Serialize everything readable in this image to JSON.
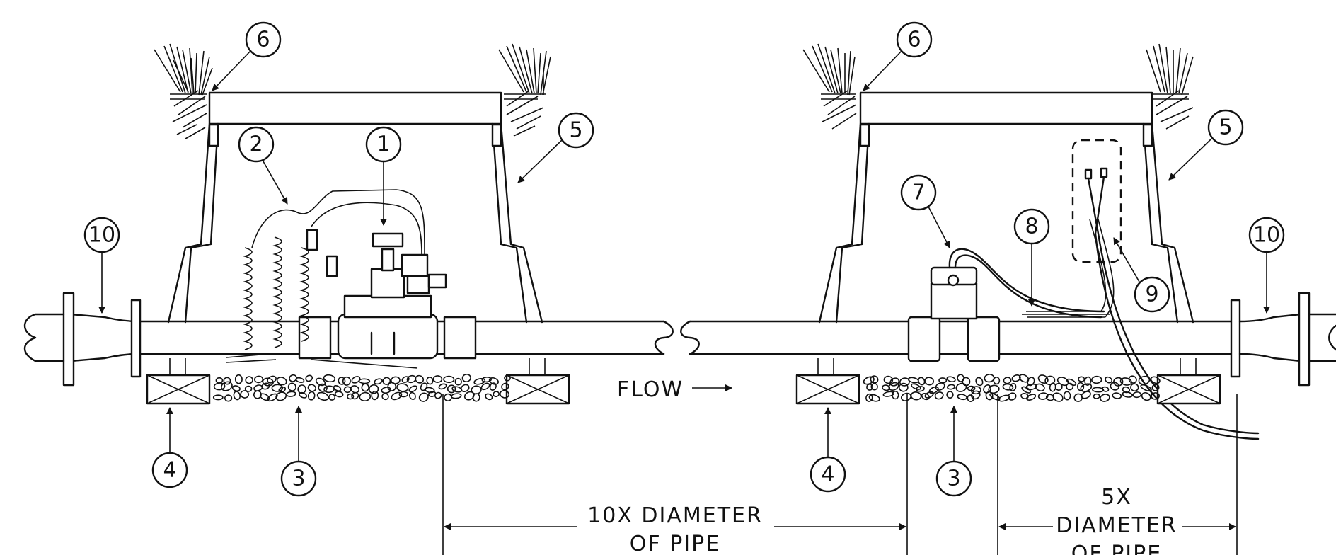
{
  "callouts": {
    "c1": "1",
    "c2": "2",
    "c3": "3",
    "c4": "4",
    "c5": "5",
    "c6": "6",
    "c7": "7",
    "c8": "8",
    "c9": "9",
    "c10": "10"
  },
  "labels": {
    "flow": "FLOW",
    "dim10": "10X DIAMETER",
    "dim10b": "OF PIPE",
    "dim5a": "5X",
    "dim5b": "DIAMETER",
    "dim5c": "OF PIPE"
  }
}
